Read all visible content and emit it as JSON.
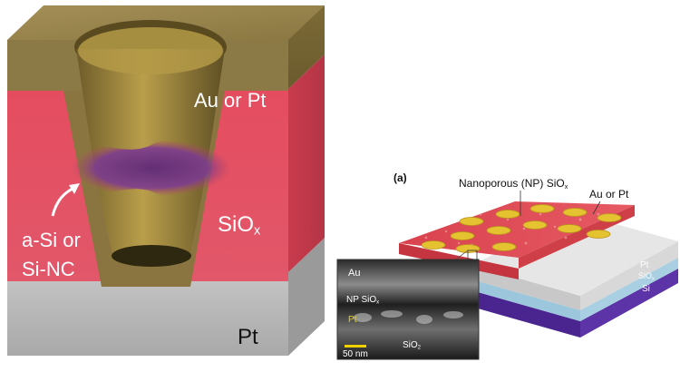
{
  "left_figure": {
    "label_top_electrode": "Au or Pt",
    "label_oxide": "SiO",
    "label_oxide_sub": "x",
    "label_filament_line1": "a-Si or",
    "label_filament_line2": "Si-NC",
    "label_bottom_electrode": "Pt"
  },
  "right_figure": {
    "panel_label": "(a)",
    "label_nanoporous": "Nanoporous (NP) SiO",
    "label_nanoporous_sub": "x",
    "label_electrode": "Au or Pt",
    "layer_pt": "Pt",
    "layer_siox": "SiO",
    "layer_siox_sub": "x",
    "layer_si": "Si",
    "inset": {
      "label_au": "Au",
      "label_np": "NP SiO",
      "label_np_sub": "x",
      "label_pt": "Pt",
      "label_sio2": "SiO",
      "label_sio2_sub": "2",
      "scale_bar": "50 nm"
    }
  },
  "colors": {
    "gold": "#8f7b43",
    "oxide_red": "#e54b5f",
    "platinum": "#bdbdbd",
    "filament_purple": "#6d2f86",
    "substrate_purple": "#5a2ca0"
  }
}
